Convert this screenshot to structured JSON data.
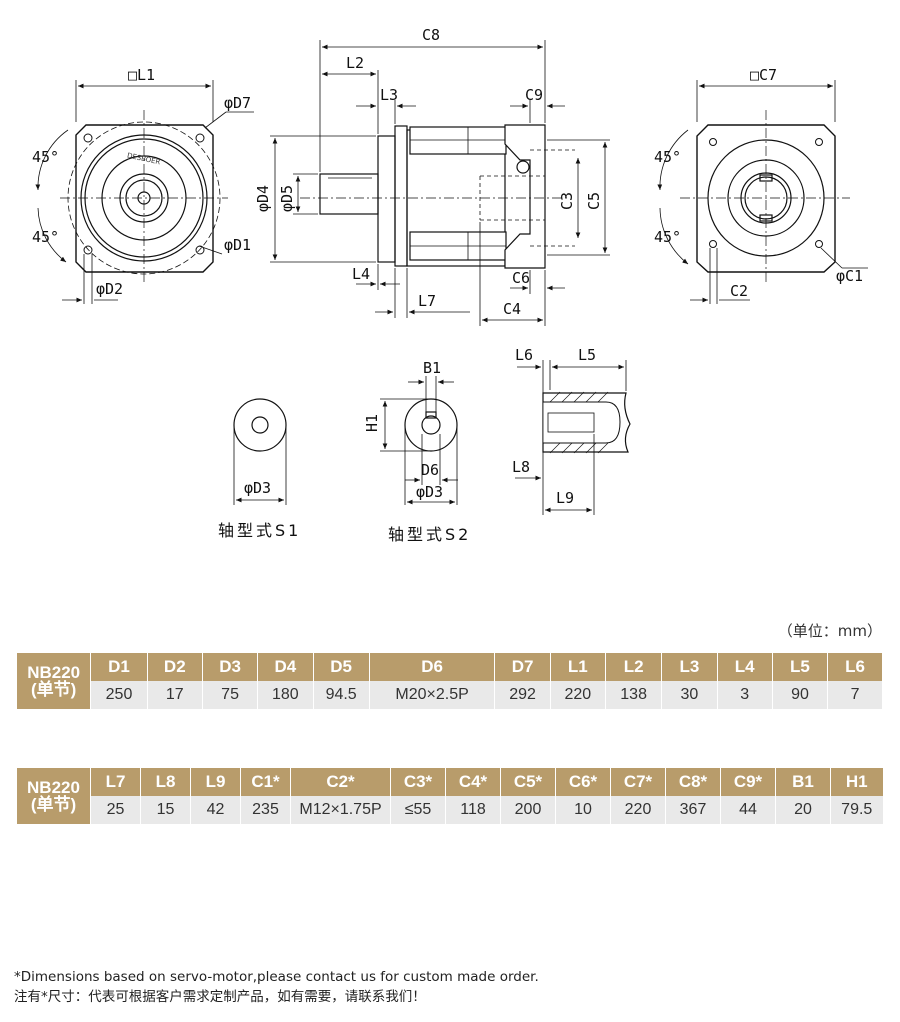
{
  "drawing": {
    "labels": {
      "L1": "□L1",
      "D7": "φD7",
      "D1": "φD1",
      "D2": "φD2",
      "angle_top": "45°",
      "angle_bottom": "45°",
      "C8": "C8",
      "L2": "L2",
      "L3": "L3",
      "C9": "C9",
      "D4": "φD4",
      "D5": "φD5",
      "C3": "C3",
      "C5": "C5",
      "L4": "L4",
      "C6": "C6",
      "L7": "L7",
      "C4": "C4",
      "C7": "□C7",
      "angle_top_r": "45°",
      "angle_bottom_r": "45°",
      "C1": "φC1",
      "C2": "C2",
      "S1_D3": "φD3",
      "B1": "B1",
      "H1": "H1",
      "D6": "D6",
      "S2_D3": "φD3",
      "L6": "L6",
      "L5": "L5",
      "L8": "L8",
      "L9": "L9"
    },
    "brand": "DESBOER",
    "caption_s1": "轴型式S1",
    "caption_s2": "轴型式S2"
  },
  "unit_note": "（单位：mm）",
  "table1": {
    "model": "NB220",
    "model_sub": "(单节)",
    "headers": [
      "D1",
      "D2",
      "D3",
      "D4",
      "D5",
      "D6",
      "D7",
      "L1",
      "L2",
      "L3",
      "L4",
      "L5",
      "L6"
    ],
    "values": [
      "250",
      "17",
      "75",
      "180",
      "94.5",
      "M20×2.5P",
      "292",
      "220",
      "138",
      "30",
      "3",
      "90",
      "7"
    ]
  },
  "table2": {
    "model": "NB220",
    "model_sub": "(单节)",
    "headers": [
      "L7",
      "L8",
      "L9",
      "C1*",
      "C2*",
      "C3*",
      "C4*",
      "C5*",
      "C6*",
      "C7*",
      "C8*",
      "C9*",
      "B1",
      "H1"
    ],
    "values": [
      "25",
      "15",
      "42",
      "235",
      "M12×1.75P",
      "≤55",
      "118",
      "200",
      "10",
      "220",
      "367",
      "44",
      "20",
      "79.5"
    ]
  },
  "notes": {
    "english": "*Dimensions based on servo-motor,please contact us for custom made order.",
    "chinese": "注有*尺寸：代表可根据客户需求定制产品，如有需要，请联系我们！"
  },
  "colors": {
    "header_bg": "#b89c6b",
    "model_bg": "#a48b61",
    "value_bg": "#e9e9e9"
  }
}
